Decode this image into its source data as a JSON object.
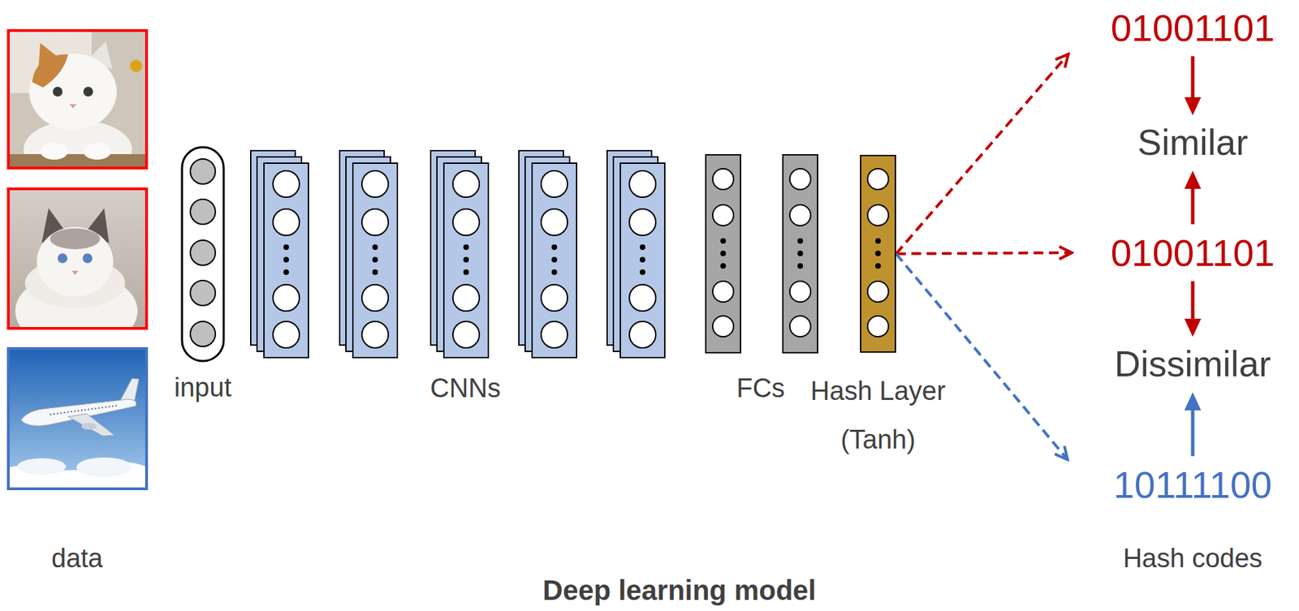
{
  "diagram": {
    "caption": "Deep learning model",
    "nodes": [
      {
        "text": [
          "input"
        ]
      },
      {
        "text": [
          "Hash Layer (Tanh)"
        ]
      },
      {
        "text": [
          "01001101"
        ]
      },
      {
        "text": [
          "Similar"
        ]
      },
      {
        "text": [
          "01001101"
        ]
      },
      {
        "text": [
          "Dissimilar"
        ]
      },
      {
        "text": [
          "10111100"
        ]
      }
    ],
    "edges": [
      {
        "from": 1,
        "to": 2,
        "arrow": "to"
      },
      {
        "from": 1,
        "to": 4,
        "arrow": "to"
      },
      {
        "from": 1,
        "to": 6,
        "arrow": "to"
      },
      {
        "from": 2,
        "to": 3,
        "arrow": "to"
      },
      {
        "from": 4,
        "to": 3,
        "arrow": "to"
      },
      {
        "from": 4,
        "to": 5,
        "arrow": "to"
      },
      {
        "from": 6,
        "to": 5,
        "arrow": "to"
      }
    ],
    "labels": [
      "CNNs",
      "FCs",
      "data",
      "Hash codes"
    ]
  }
}
